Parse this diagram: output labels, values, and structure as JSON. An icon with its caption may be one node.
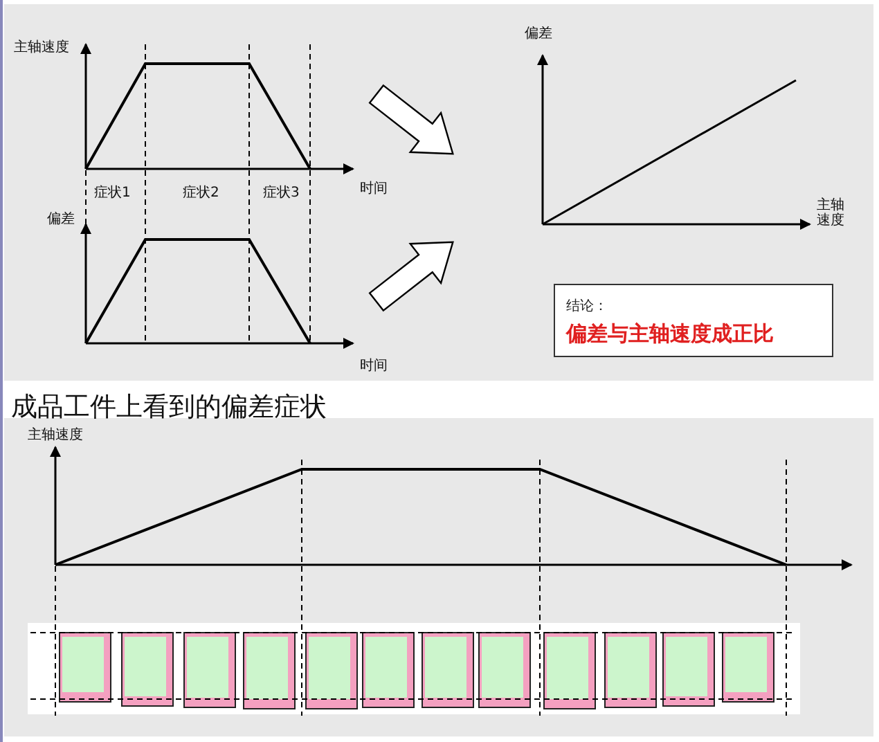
{
  "diagram": {
    "nodes": [
      {
        "text": [
          "结论：",
          "偏差与主轴速度成正比"
        ]
      }
    ],
    "labels": [
      "主轴速度",
      "症状1",
      "症状2",
      "症状3",
      "时间",
      "偏差",
      "时间",
      "偏差",
      "主轴速度",
      "成品工件上看到的偏差症状",
      "主轴速度"
    ]
  }
}
